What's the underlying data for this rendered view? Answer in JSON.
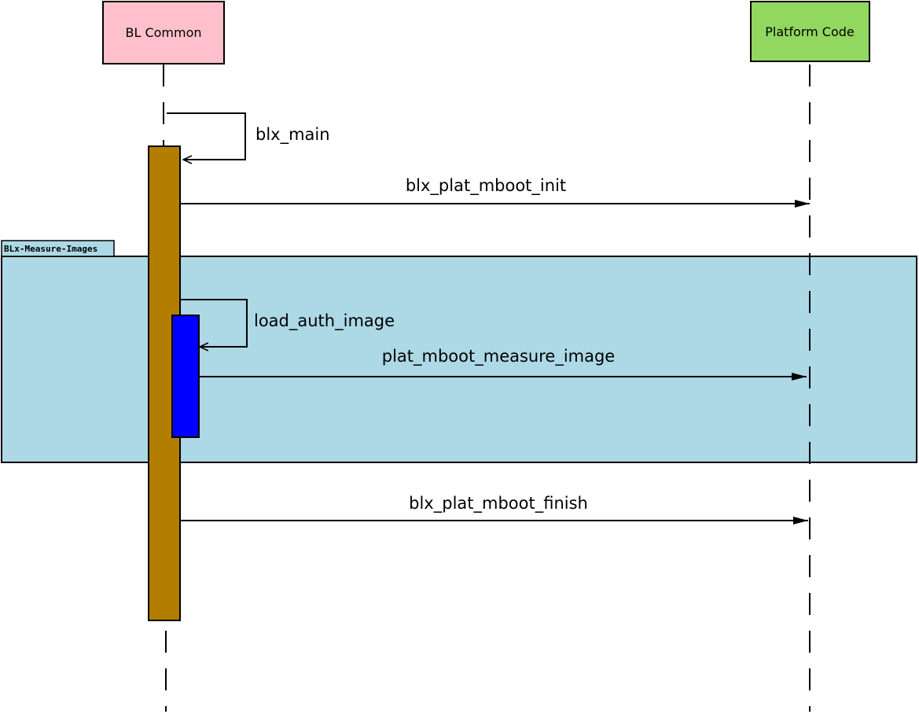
{
  "participants": {
    "bl_common": {
      "label": "BL Common",
      "color": "#ffc0cb"
    },
    "platform": {
      "label": "Platform Code",
      "color": "#92d760"
    }
  },
  "frame": {
    "label": "BLx-Measure-Images",
    "color": "#add8e6"
  },
  "activations": {
    "outer_color": "#b37d00",
    "inner_color": "#0000ff"
  },
  "messages": {
    "blx_main": "blx_main",
    "init": "blx_plat_mboot_init",
    "load_auth": "load_auth_image",
    "measure": "plat_mboot_measure_image",
    "finish": "blx_plat_mboot_finish"
  }
}
